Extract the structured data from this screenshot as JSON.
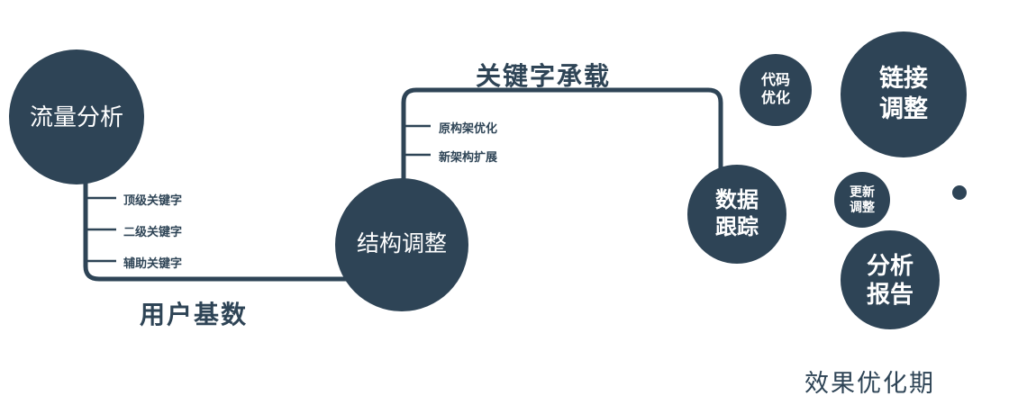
{
  "colors": {
    "primary": "#2e4456",
    "circle_text": "#ffffff",
    "background": "#ffffff"
  },
  "nodes": {
    "traffic_analysis": {
      "label": "流量分析"
    },
    "structure_adjustment": {
      "label": "结构调整"
    },
    "data_tracking": {
      "line1": "数据",
      "line2": "跟踪"
    },
    "code_optimization": {
      "line1": "代码",
      "line2": "优化"
    },
    "link_adjustment": {
      "line1": "链接",
      "line2": "调整"
    },
    "update_adjustment": {
      "line1": "更新",
      "line2": "调整"
    },
    "analysis_report": {
      "line1": "分析",
      "line2": "报告"
    }
  },
  "edge_labels": {
    "keyword_bearing": "关键字承载",
    "user_base": "用户基数"
  },
  "branch_labels": {
    "traffic": [
      "顶级关键字",
      "二级关键字",
      "辅助关键字"
    ],
    "structure": [
      "原构架优化",
      "新架构扩展"
    ]
  },
  "caption": "效果优化期"
}
